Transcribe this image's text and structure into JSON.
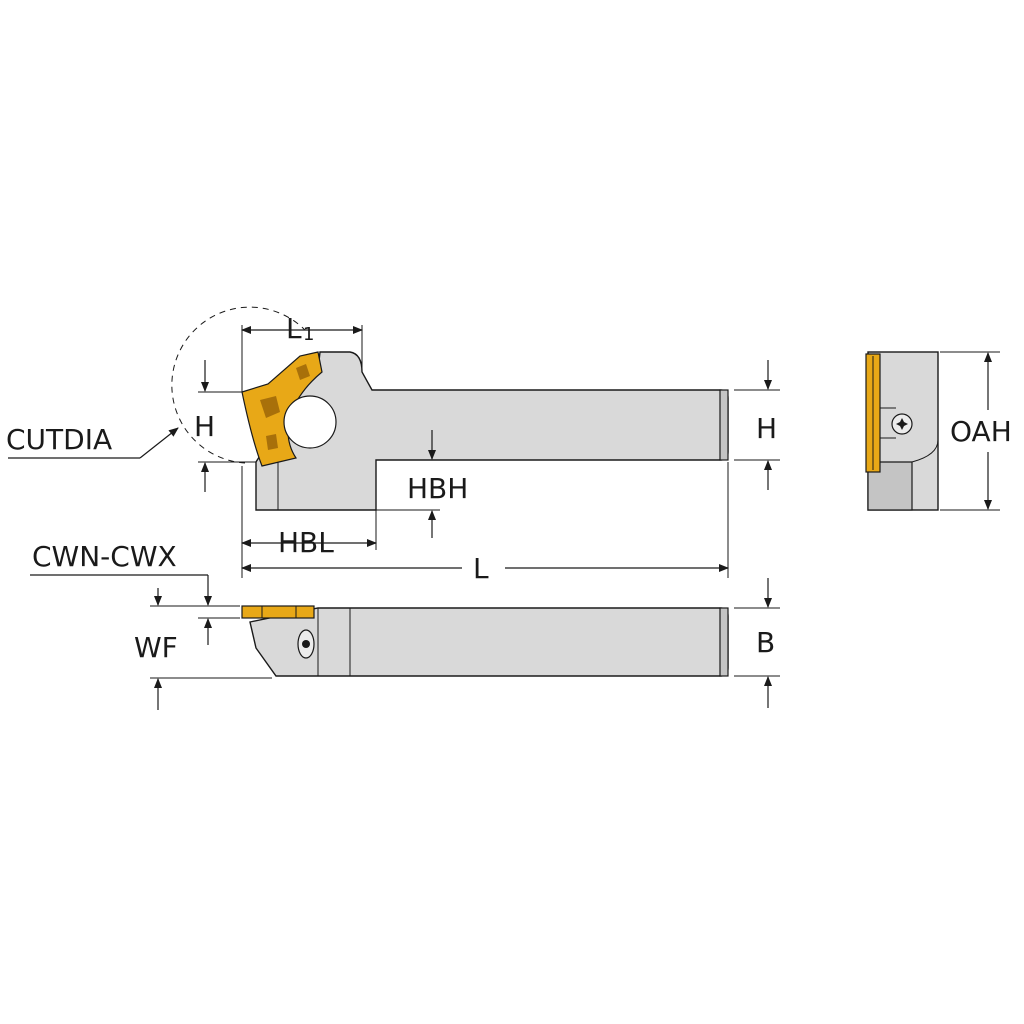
{
  "labels": {
    "l1_main": "L",
    "l1_sub": "1",
    "h_left": "H",
    "h_right": "H",
    "cutdia": "CUTDIA",
    "hbh": "HBH",
    "hbl": "HBL",
    "l": "L",
    "cwn_cwx": "CWN-CWX",
    "wf": "WF",
    "b": "B",
    "oah": "OAH"
  },
  "colors": {
    "body": "#d9d9d9",
    "insert": "#e8a817",
    "line": "#1a1a1a"
  }
}
